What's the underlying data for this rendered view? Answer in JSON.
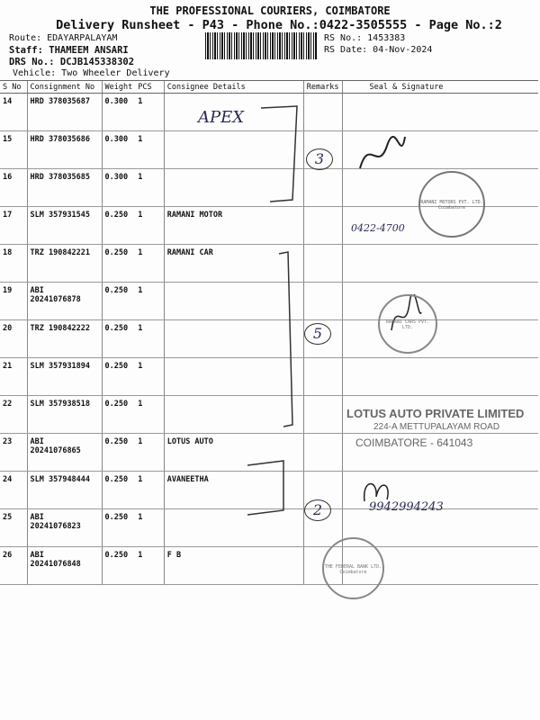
{
  "header": {
    "company": "THE PROFESSIONAL COURIERS, COIMBATORE",
    "subtitle": "Delivery Runsheet - P43 - Phone No.:0422-3505555 - Page No.:2",
    "route": "Route: EDAYARPALAYAM",
    "staff": "Staff: THAMEEM ANSARI",
    "drs": "DRS No.: DCJB145338302",
    "vehicle": "Vehicle: Two Wheeler Delivery",
    "rs_no": "RS No.: 1453383",
    "rs_date": "RS Date: 04-Nov-2024"
  },
  "columns": [
    "S No",
    "Consignment No",
    "Weight",
    "PCS",
    "Consignee Details",
    "Remarks",
    "Seal & Signature"
  ],
  "rows": [
    {
      "sno": "14",
      "cn": "HRD 378035687",
      "wt": "0.300",
      "pcs": "1",
      "consignee": ""
    },
    {
      "sno": "15",
      "cn": "HRD 378035686",
      "wt": "0.300",
      "pcs": "1",
      "consignee": ""
    },
    {
      "sno": "16",
      "cn": "HRD 378035685",
      "wt": "0.300",
      "pcs": "1",
      "consignee": ""
    },
    {
      "sno": "17",
      "cn": "SLM 357931545",
      "wt": "0.250",
      "pcs": "1",
      "consignee": "RAMANI MOTOR"
    },
    {
      "sno": "18",
      "cn": "TRZ 190842221",
      "wt": "0.250",
      "pcs": "1",
      "consignee": "RAMANI CAR"
    },
    {
      "sno": "19",
      "cn": "ABI 20241076878",
      "wt": "0.250",
      "pcs": "1",
      "consignee": ""
    },
    {
      "sno": "20",
      "cn": "TRZ 190842222",
      "wt": "0.250",
      "pcs": "1",
      "consignee": ""
    },
    {
      "sno": "21",
      "cn": "SLM 357931894",
      "wt": "0.250",
      "pcs": "1",
      "consignee": ""
    },
    {
      "sno": "22",
      "cn": "SLM 357938518",
      "wt": "0.250",
      "pcs": "1",
      "consignee": ""
    },
    {
      "sno": "23",
      "cn": "ABI 20241076865",
      "wt": "0.250",
      "pcs": "1",
      "consignee": "LOTUS AUTO"
    },
    {
      "sno": "24",
      "cn": "SLM 357948444",
      "wt": "0.250",
      "pcs": "1",
      "consignee": "AVANEETHA"
    },
    {
      "sno": "25",
      "cn": "ABI 20241076823",
      "wt": "0.250",
      "pcs": "1",
      "consignee": ""
    },
    {
      "sno": "26",
      "cn": "ABI 20241076848",
      "wt": "0.250",
      "pcs": "1",
      "consignee": "F B"
    }
  ],
  "handwriting": {
    "apex": "APEX",
    "count1": "3",
    "count2": "5",
    "count3": "2",
    "phone1": "0422-4700",
    "phone2": "9942994243"
  },
  "stamps": {
    "ramani": "RAMANI MOTORS PVT. LTD. Coimbatore",
    "ramani_car": "RAMANI CARS PVT. LTD.",
    "lotus_1": "LOTUS AUTO PRIVATE LIMITED",
    "lotus_2": "224-A METTUPALAYAM ROAD",
    "lotus_3": "COIMBATORE - 641043",
    "bank": "THE FEDERAL BANK LTD. Coimbatore"
  }
}
